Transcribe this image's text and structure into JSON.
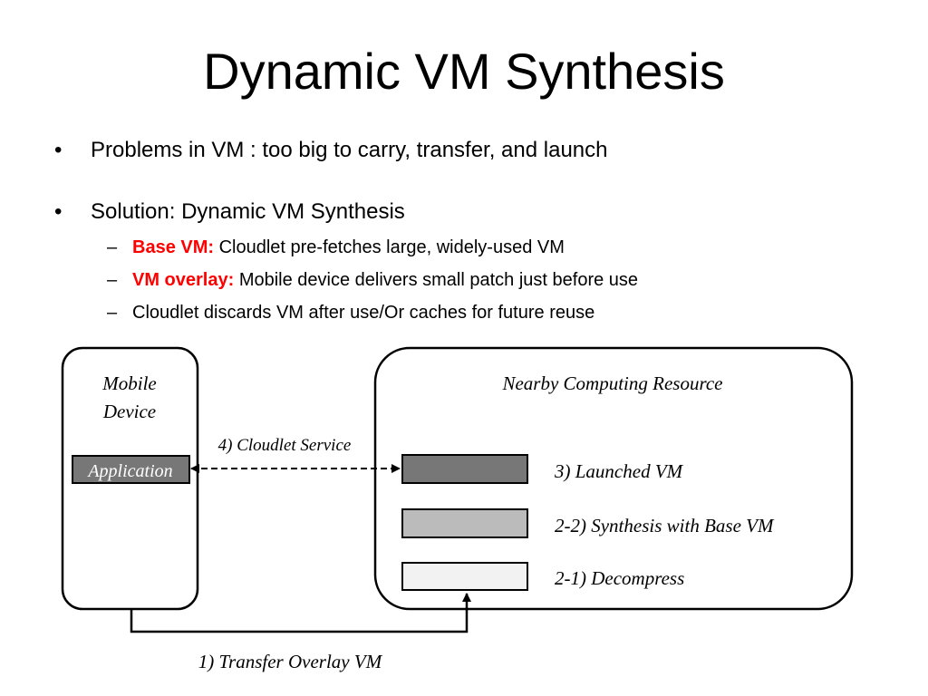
{
  "title": "Dynamic VM Synthesis",
  "bullets": {
    "item1": "Problems in VM : too big to carry, transfer, and launch",
    "item2": "Solution: Dynamic VM Synthesis",
    "sub1_label": "Base VM:",
    "sub1_text": " Cloudlet pre-fetches large, widely-used VM",
    "sub2_label": "VM overlay:",
    "sub2_text": " Mobile device delivers small patch just before use",
    "sub3_text": "Cloudlet discards VM after use/Or caches for future reuse",
    "bullet_glyph": "•",
    "dash_glyph": "–"
  },
  "diagram": {
    "mobile_label_line1": "Mobile",
    "mobile_label_line2": "Device",
    "application_label": "Application",
    "nearby_label": "Nearby Computing Resource",
    "cloudlet_service_label": "4) Cloudlet Service",
    "launched_vm_label": "3) Launched VM",
    "synthesis_label": "2-2) Synthesis with Base VM",
    "decompress_label": "2-1) Decompress",
    "transfer_label": "1) Transfer Overlay VM",
    "colors": {
      "launched_fill": "#777777",
      "synthesis_fill": "#bbbbbb",
      "decompress_fill": "#f2f2f2",
      "application_fill": "#777777",
      "highlight_red": "#ff0000"
    }
  }
}
